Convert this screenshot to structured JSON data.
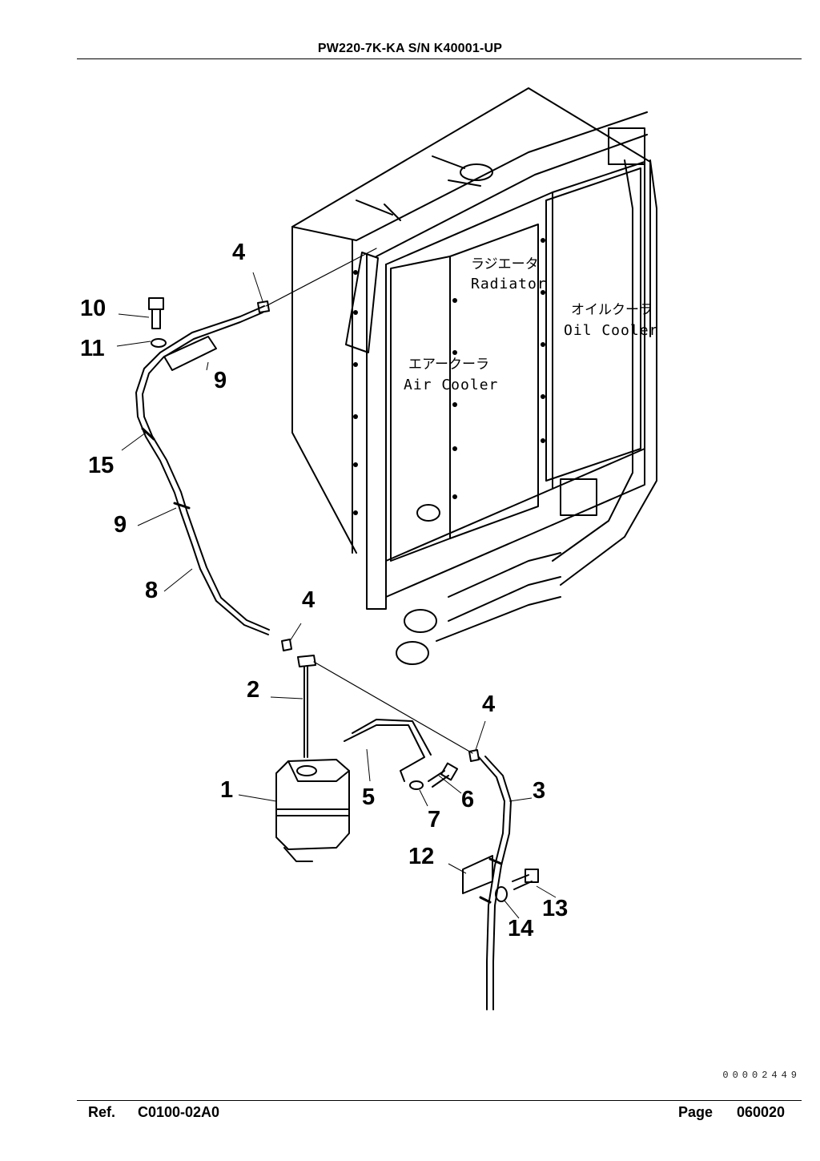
{
  "header": {
    "title": "PW220-7K-KA S/N K40001-UP"
  },
  "diagram": {
    "components": [
      {
        "jp": "ラジエータ",
        "en": "Radiator"
      },
      {
        "jp": "オイルクーラ",
        "en": "Oil Cooler"
      },
      {
        "jp": "エアークーラ",
        "en": "Air Cooler"
      }
    ],
    "callouts": [
      "4",
      "10",
      "11",
      "9",
      "15",
      "9",
      "8",
      "4",
      "2",
      "4",
      "1",
      "5",
      "6",
      "7",
      "3",
      "12",
      "13",
      "14"
    ]
  },
  "doc_code": "00002449",
  "footer": {
    "ref_label": "Ref.",
    "ref_value": "C0100-02A0",
    "page_label": "Page",
    "page_value": "060020"
  }
}
